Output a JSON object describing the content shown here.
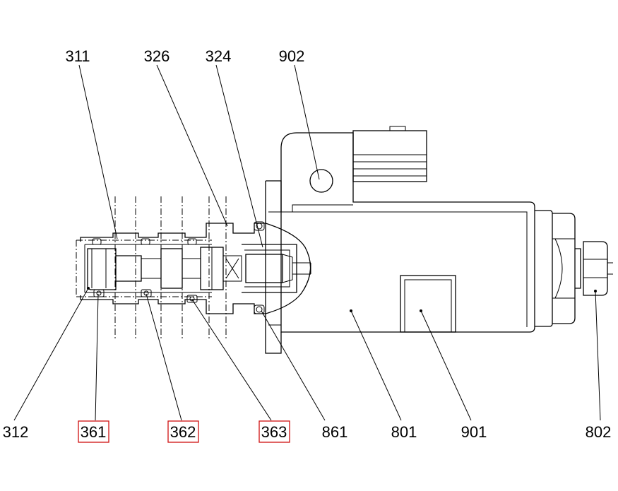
{
  "labels": {
    "l311": "311",
    "l326": "326",
    "l324": "324",
    "l902": "902",
    "l312": "312",
    "l361": "361",
    "l362": "362",
    "l363": "363",
    "l861": "861",
    "l801": "801",
    "l901": "901",
    "l802": "802"
  },
  "colors": {
    "line": "#000000",
    "highlight_box": "#d01010",
    "background": "#ffffff"
  }
}
